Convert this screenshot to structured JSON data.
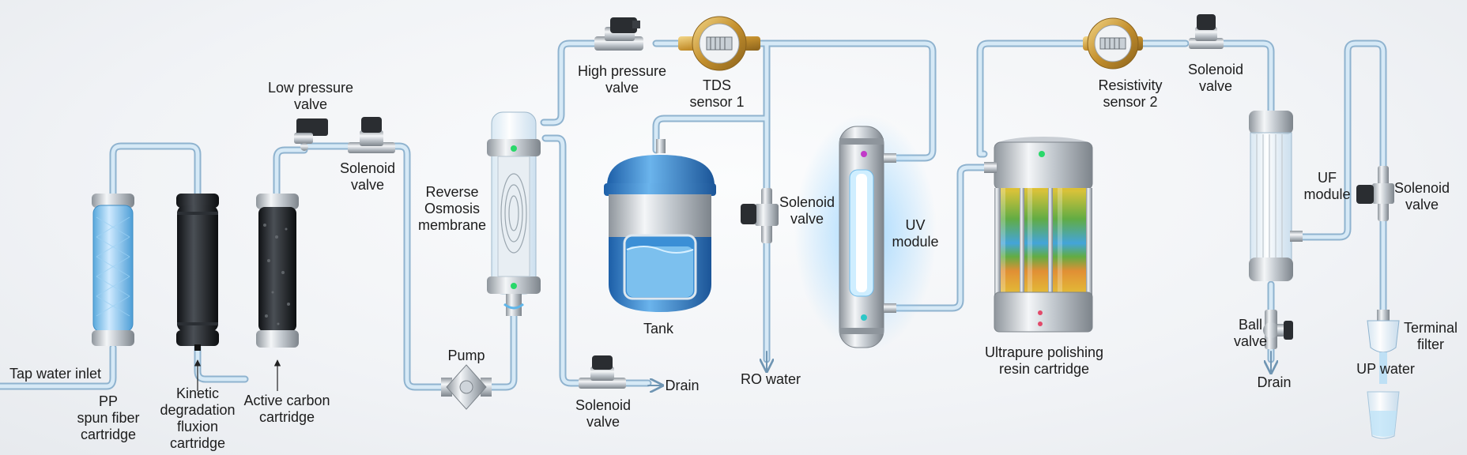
{
  "labels": {
    "tap_water_inlet": "Tap water inlet",
    "pp_cartridge": [
      "PP",
      "spun fiber",
      "cartridge"
    ],
    "kinetic_cartridge": [
      "Kinetic",
      "degradation",
      "fluxion",
      "cartridge"
    ],
    "active_carbon": [
      "Active carbon",
      "cartridge"
    ],
    "low_pressure_valve": [
      "Low pressure",
      "valve"
    ],
    "solenoid_valve_1": [
      "Solenoid",
      "valve"
    ],
    "reverse_osmosis": [
      "Reverse",
      "Osmosis",
      "membrane"
    ],
    "pump": "Pump",
    "high_pressure_valve": [
      "High pressure",
      "valve"
    ],
    "tds_sensor": [
      "TDS",
      "sensor 1"
    ],
    "solenoid_valve_drain": [
      "Solenoid",
      "valve"
    ],
    "drain_1": "Drain",
    "tank": "Tank",
    "solenoid_valve_ro": [
      "Solenoid",
      "valve"
    ],
    "ro_water": "RO water",
    "uv_module": [
      "UV",
      "module"
    ],
    "ultrapure_resin": [
      "Ultrapure polishing",
      "resin cartridge"
    ],
    "resistivity_sensor": [
      "Resistivity",
      "sensor 2"
    ],
    "solenoid_valve_top": [
      "Solenoid",
      "valve"
    ],
    "uf_module": [
      "UF",
      "module"
    ],
    "ball_valve": [
      "Ball",
      "valve"
    ],
    "drain_2": "Drain",
    "solenoid_valve_right": [
      "Solenoid",
      "valve"
    ],
    "terminal_filter": [
      "Terminal",
      "filter"
    ],
    "up_water": "UP water"
  },
  "colors": {
    "pipe": "#b9d6ec",
    "pipe_edge": "#8fb3cf",
    "water_blue": "#5eb6ea",
    "tank_blue": "#2f7fc9",
    "steel": "#c9ced4",
    "brass": "#d6a848",
    "uv_glow": "#8fd0ff",
    "resin_orange": "#e08a2a",
    "resin_green": "#5aa83a",
    "resin_yellow": "#e2c22e",
    "resin_blue": "#3aa0d8"
  }
}
